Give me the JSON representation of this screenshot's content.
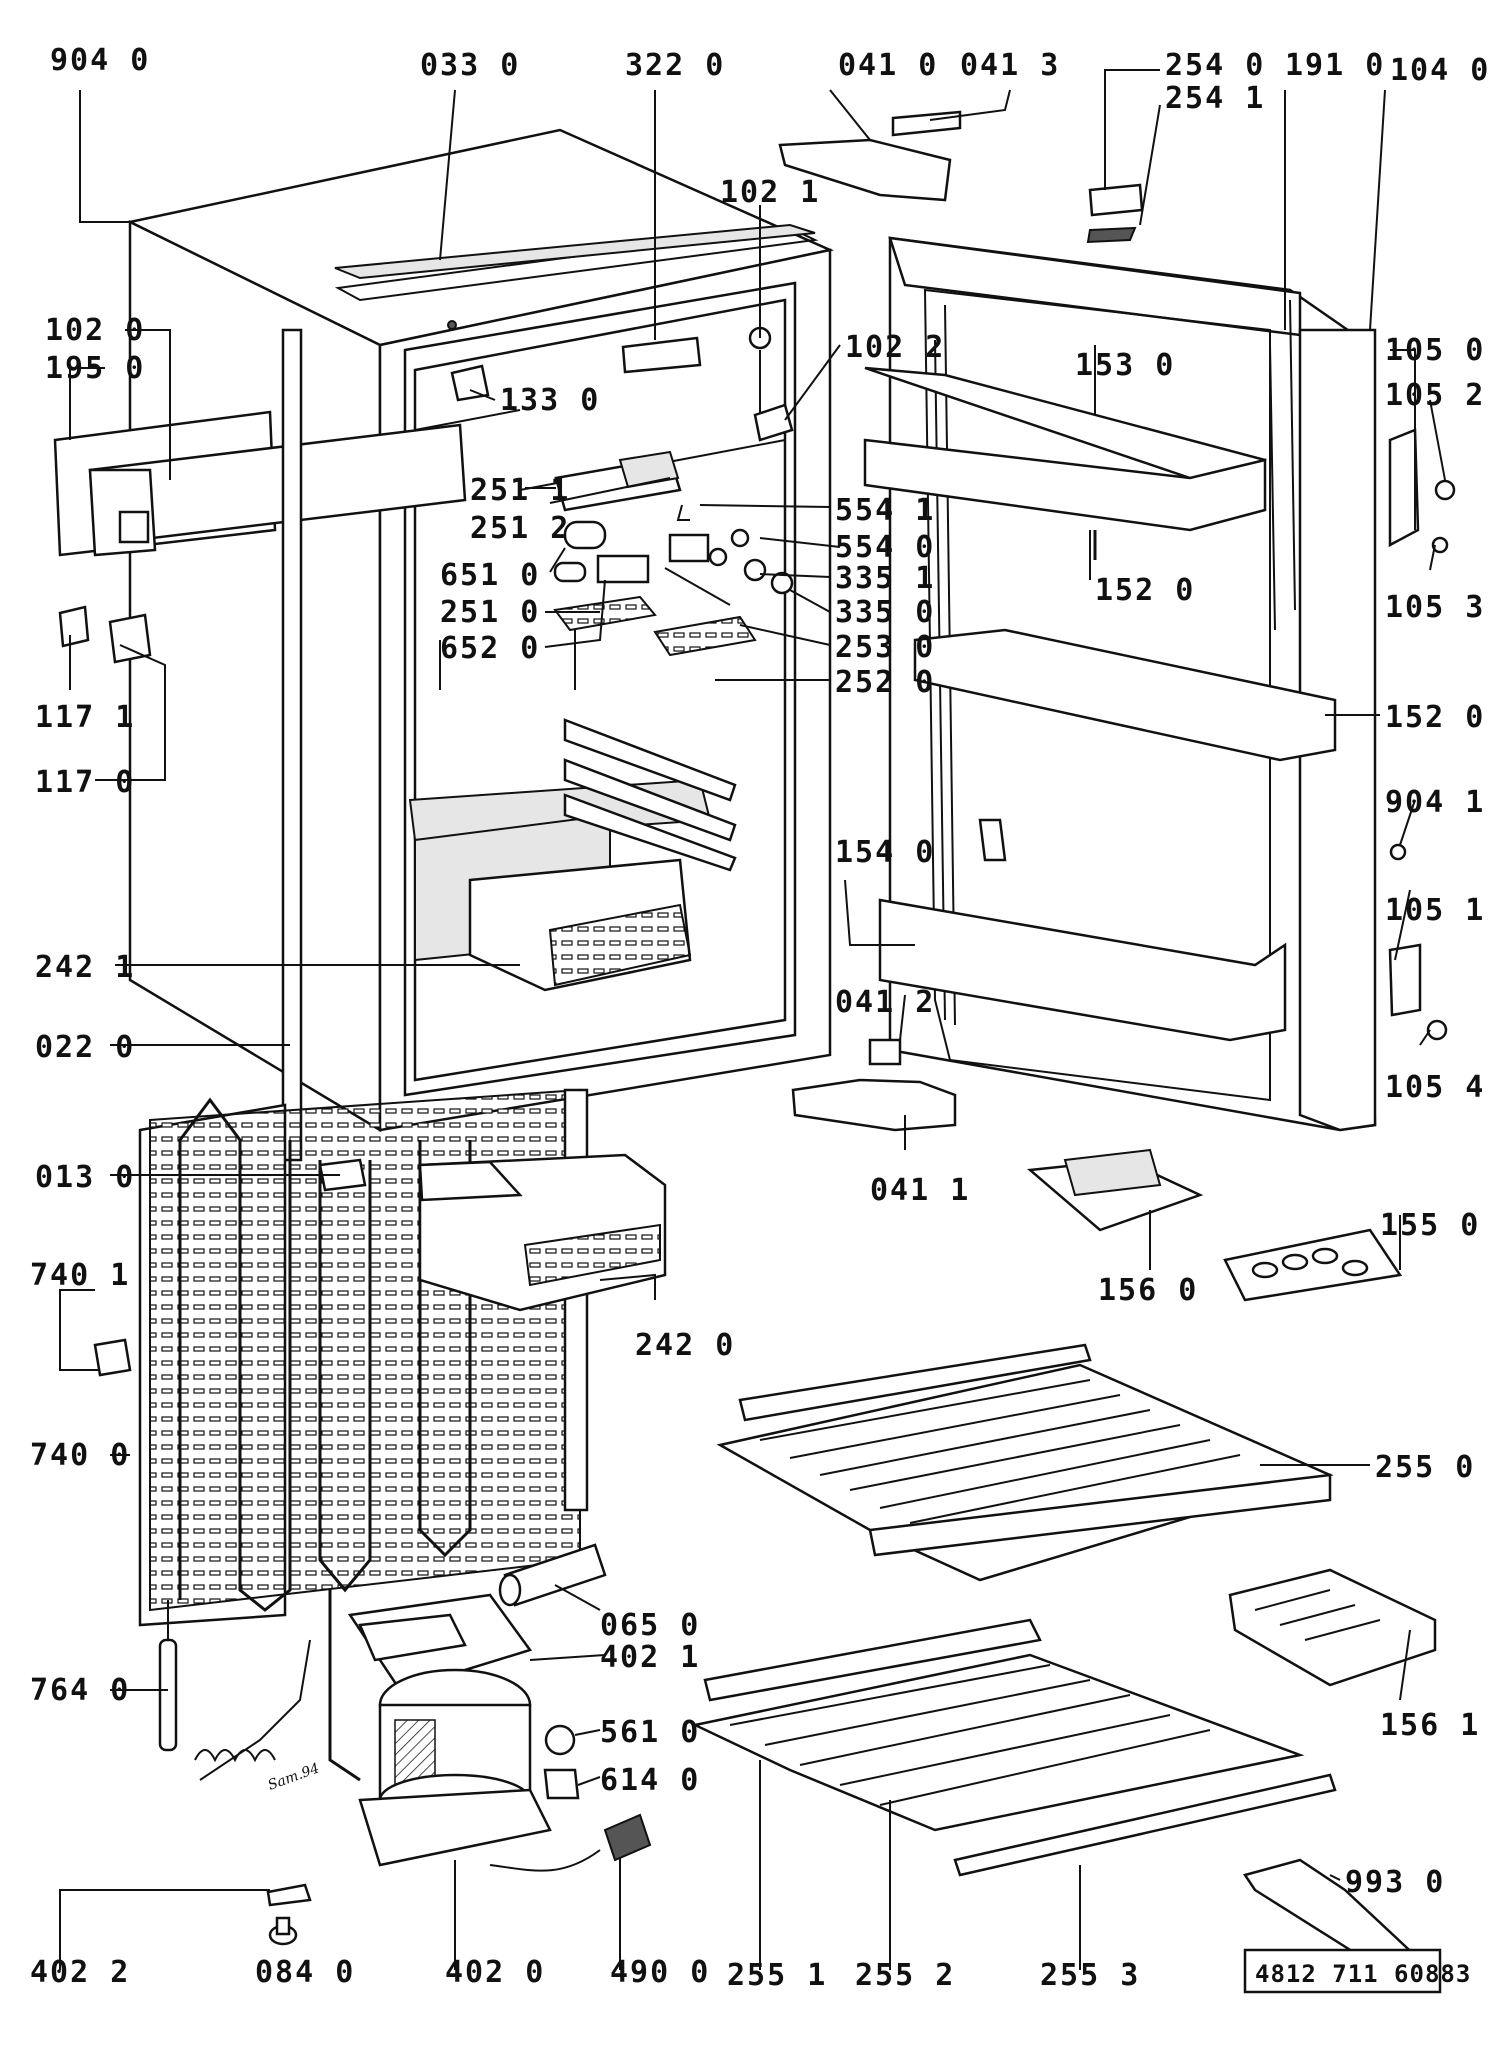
{
  "labels": {
    "l9040": "904 0",
    "l0330": "033 0",
    "l3220": "322 0",
    "l0410": "041 0",
    "l0413": "041 3",
    "l2540": "254 0",
    "l2541": "254 1",
    "l1910": "191 0",
    "l1040": "104 0",
    "l1021": "102 1",
    "l1020": "102 0",
    "l1950": "195 0",
    "l1022": "102 2",
    "l1330": "133 0",
    "l1530": "153 0",
    "l1050": "105 0",
    "l1052": "105 2",
    "l2511": "251 1",
    "l5541": "554 1",
    "l2512": "251 2",
    "l5540": "554 0",
    "l6510": "651 0",
    "l3351": "335 1",
    "l2510": "251 0",
    "l3350": "335 0",
    "l6520": "652 0",
    "l2530": "253 0",
    "l2520": "252 0",
    "l1520a": "152 0",
    "l1053": "105 3",
    "l1171": "117 1",
    "l1170": "117 0",
    "l1520b": "152 0",
    "l9041": "904 1",
    "l1540": "154 0",
    "l1051": "105 1",
    "l2421": "242 1",
    "l0412": "041 2",
    "l0220": "022 0",
    "l1054": "105 4",
    "l0411": "041 1",
    "l0130": "013 0",
    "l1550": "155 0",
    "l1560": "156 0",
    "l7401": "740 1",
    "l2420": "242 0",
    "l7400": "740 0",
    "l2550": "255 0",
    "l0650": "065 0",
    "l4021": "402 1",
    "l7640": "764 0",
    "l1561": "156 1",
    "l5610": "561 0",
    "l6140": "614 0",
    "l9930": "993 0",
    "l4022": "402 2",
    "l0840": "084 0",
    "l4020": "402 0",
    "l4900": "490 0",
    "l2551": "255 1",
    "l2552": "255 2",
    "l2553": "255 3"
  },
  "handwriting": "Sam.94",
  "document_number": "4812 711 60883"
}
